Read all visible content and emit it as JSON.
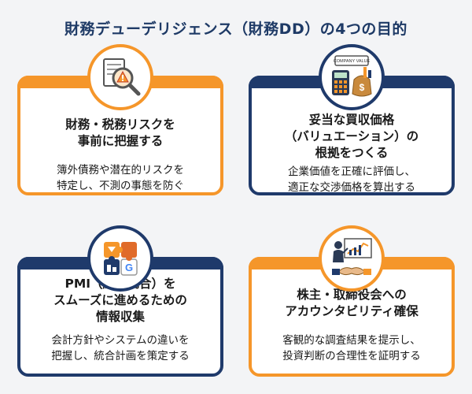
{
  "title": "財務デューデリジェンス（財務DD）の4つの目的",
  "cards": [
    {
      "heading_lines": [
        "財務・税務リスクを",
        "事前に把握する"
      ],
      "body_lines": [
        "簿外債務や潜在的リスクを",
        "特定し、不測の事態を防ぐ"
      ],
      "icon": "magnifier-warning-icon"
    },
    {
      "heading_lines": [
        "妥当な買収価格",
        "（バリュエーション）の",
        "根拠をつくる"
      ],
      "body_lines": [
        "企業価値を正確に評価し、",
        "適正な交渉価格を算出する"
      ],
      "icon": "company-value-calculator-icon",
      "icon_label": "COMPANY VALUE"
    },
    {
      "heading_lines": [
        "PMI（経営統合）を",
        "スムーズに進めるための",
        "情報収集"
      ],
      "body_lines": [
        "会計方針やシステムの違いを",
        "把握し、統合計画を策定する"
      ],
      "icon": "puzzle-integration-icon"
    },
    {
      "heading_lines": [
        "株主・取締役会への",
        "アカウンタビリティ確保"
      ],
      "body_lines": [
        "客観的な調査結果を提示し、",
        "投資判断の合理性を証明する"
      ],
      "icon": "presentation-handshake-icon"
    }
  ],
  "colors": {
    "orange": "#f5962a",
    "navy": "#1f3a6b",
    "title": "#1e3a66"
  }
}
